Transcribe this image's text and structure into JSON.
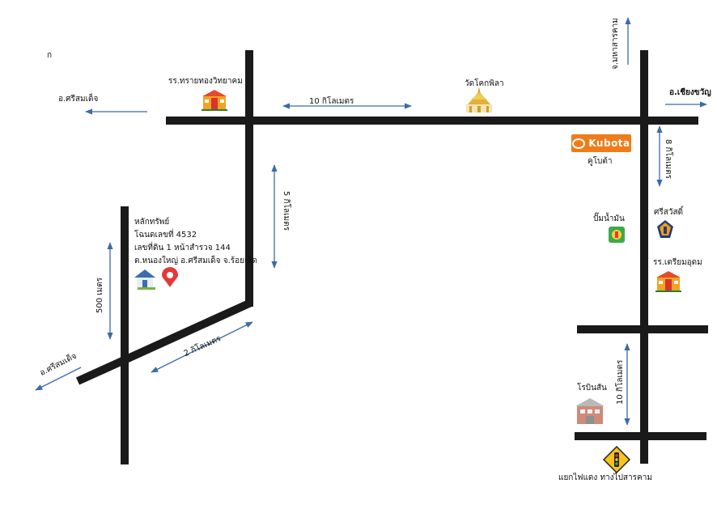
{
  "corner_mark": "ก",
  "labels": {
    "school_top": "รร.ทรายทองวิทยาคม",
    "temple": "วัดโคกพิลา",
    "to_sri_somdet_top": "อ.ศรีสมเด็จ",
    "to_chiang_khwan": "อ.เชียงขวัญ",
    "to_mahasarakham": "จ.มหาสารคาม",
    "dist_10km_top": "10 กิโลเมตร",
    "dist_8km": "8 กิโลเมตร",
    "dist_5km": "5 กิโลเมตร",
    "dist_500m": "500 เมตร",
    "dist_2km": "2 กิโลเมตร",
    "dist_10km_bottom": "10 กิโลเมตร",
    "to_sri_somdet_bottom": "อ.ศรีสมเด็จ",
    "kubota_logo": "Kubota",
    "kubota": "คูโบต้า",
    "gas_station": "ปั๊มน้ำมัน",
    "srisawat": "ศรีสวัสดิ์",
    "school_right": "รร.เตรียมอุดม",
    "robinson": "โรบินสัน",
    "traffic_light": "แยกไฟแดง ทางไปสารคาม"
  },
  "property": {
    "title": "หลักทรัพย์",
    "deed": "โฉนดเลขที่ 4532",
    "land_no": "เลขที่ดิน 1 หน้าสำรวจ 144",
    "location": "ต.หนองใหญ่ อ.ศรีสมเด็จ จ.ร้อยเอ็ด"
  },
  "icons": [
    "school-icon",
    "temple-icon",
    "kubota-logo",
    "gas-station-icon",
    "srisawat-logo",
    "house-icon",
    "location-pin-icon",
    "mall-icon",
    "traffic-light-sign-icon"
  ],
  "colors": {
    "road": "#1a1a1a",
    "arrow": "#3b6aa8",
    "kubota": "#f07c18",
    "pin": "#e53935"
  }
}
